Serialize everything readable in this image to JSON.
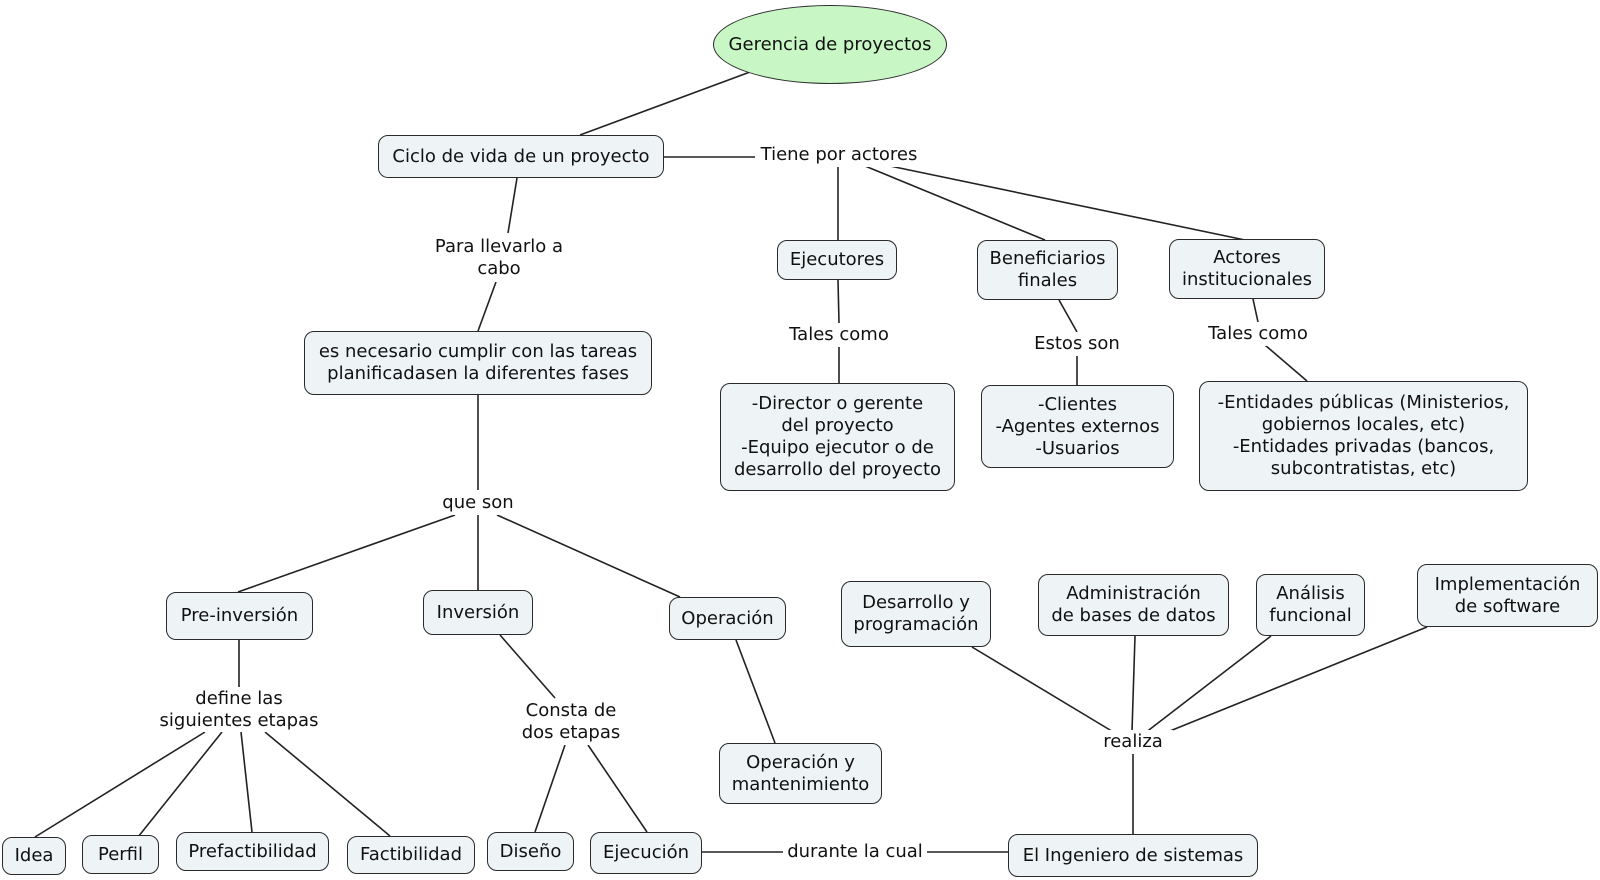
{
  "nodes": {
    "root": "Gerencia de proyectos",
    "ciclo": "Ciclo de vida de un proyecto",
    "tareas": "es necesario cumplir con las tareas\nplanificadasen la diferentes fases",
    "pre": "Pre-inversión",
    "inv": "Inversión",
    "op": "Operación",
    "idea": "Idea",
    "perfil": "Perfil",
    "prefac": "Prefactibilidad",
    "fact": "Factibilidad",
    "diseno": "Diseño",
    "ejec": "Ejecución",
    "opman": "Operación y\nmantenimiento",
    "ejecutores": "Ejecutores",
    "benef": "Beneficiarios\nfinales",
    "actores": "Actores\ninstitucionales",
    "director": "-Director o gerente\ndel proyecto\n-Equipo ejecutor o de\ndesarrollo del proyecto",
    "clientes": "-Clientes\n-Agentes externos\n-Usuarios",
    "entidades": "-Entidades públicas (Ministerios,\ngobiernos locales, etc)\n-Entidades privadas (bancos,\nsubcontratistas, etc)",
    "desarrollo": "Desarrollo y\nprogramación",
    "admin": "Administración\nde bases de datos",
    "analisis": "Análisis\nfuncional",
    "impl": "Implementación\nde software",
    "ingeniero": "El Ingeniero de sistemas"
  },
  "links": {
    "tiene": "Tiene por actores",
    "para": "Para llevarlo a\ncabo",
    "queson": "que son",
    "define": "define las\nsiguientes etapas",
    "consta": "Consta de\ndos etapas",
    "tales1": "Tales como",
    "estos": "Estos son",
    "tales2": "Tales como",
    "durante": "durante la cual",
    "realiza": "realiza"
  }
}
